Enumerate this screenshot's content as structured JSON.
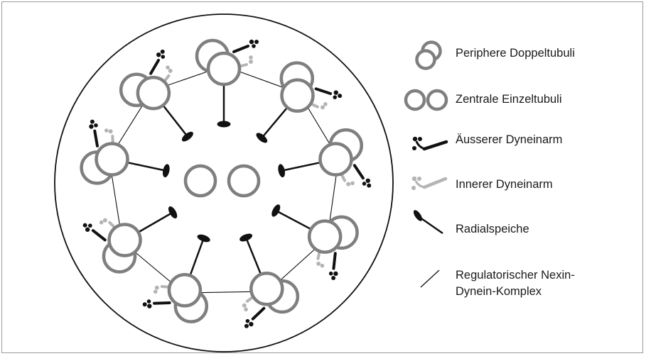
{
  "legend": {
    "items": [
      {
        "key": "doublet",
        "label": "Periphere Doppeltubuli"
      },
      {
        "key": "central",
        "label": "Zentrale Einzeltubuli"
      },
      {
        "key": "outer-arm",
        "label": "Äusserer Dyneinarm"
      },
      {
        "key": "inner-arm",
        "label": "Innerer Dyneinarm"
      },
      {
        "key": "spoke",
        "label": "Radialspeiche"
      },
      {
        "key": "nexin",
        "label_line1": "Regulatorischer Nexin-",
        "label_line2": "Dynein-Komplex"
      }
    ]
  },
  "colors": {
    "tubule": "#7f7f7f",
    "outer_arm": "#111111",
    "inner_arm": "#b4b4b4",
    "spoke": "#111111",
    "outline": "#111111"
  }
}
